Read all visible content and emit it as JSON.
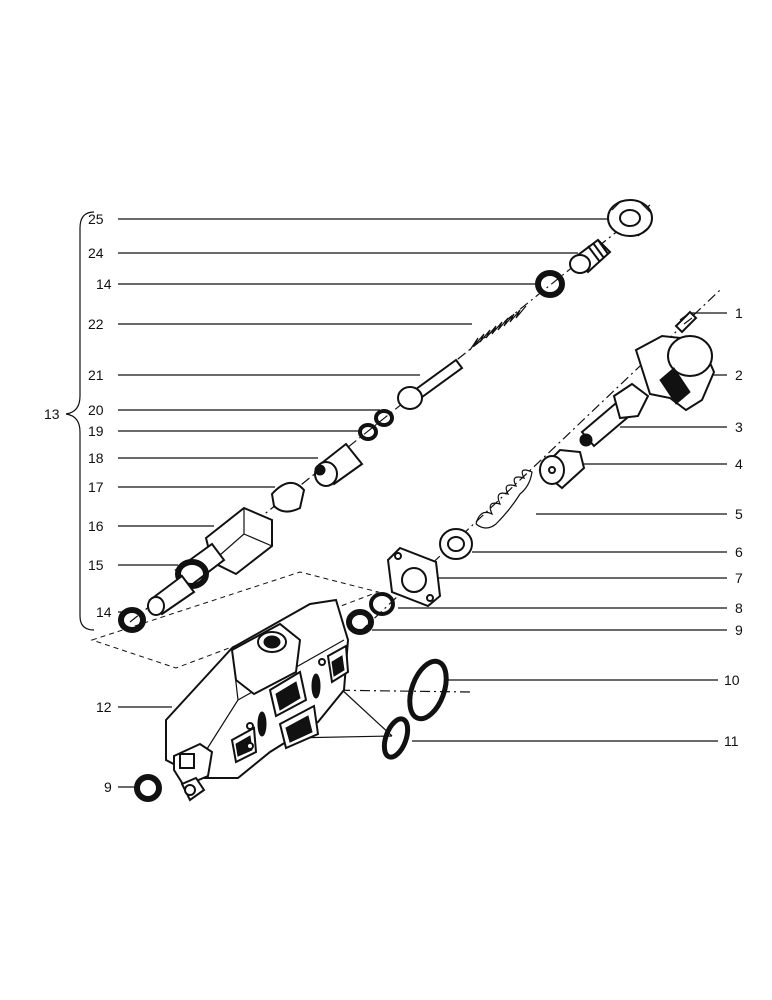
{
  "callouts": {
    "c1": "1",
    "c2": "2",
    "c3": "3",
    "c4": "4",
    "c5": "5",
    "c6": "6",
    "c7": "7",
    "c8": "8",
    "c9a": "9",
    "c9b": "9",
    "c10": "10",
    "c11": "11",
    "c12": "12",
    "c13": "13",
    "c14a": "14",
    "c14b": "14",
    "c15": "15",
    "c16": "16",
    "c17": "17",
    "c18": "18",
    "c19": "19",
    "c20": "20",
    "c21": "21",
    "c22": "22",
    "c24": "24",
    "c25": "25"
  },
  "colors": {
    "ink": "#111111",
    "paper": "#ffffff"
  }
}
